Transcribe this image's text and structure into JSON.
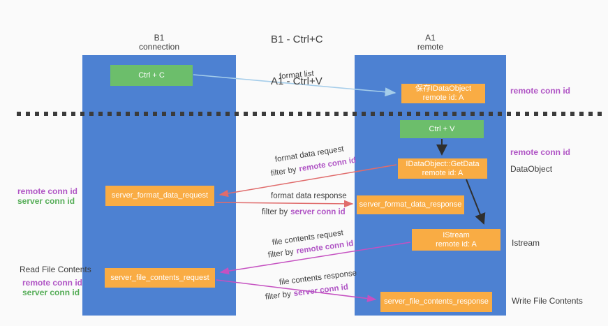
{
  "title": {
    "line1": "B1 - Ctrl+C",
    "line2": "A1 - Ctrl+V"
  },
  "columns": {
    "b1": {
      "name": "B1",
      "subtitle": "connection"
    },
    "a1": {
      "name": "A1",
      "subtitle": "remote"
    }
  },
  "boxes": {
    "ctrl_c": "Ctrl + C",
    "ctrl_v": "Ctrl + V",
    "save_idataobject": {
      "line1": "保存IDataObject",
      "line2": "remote id: A"
    },
    "getdata": {
      "line1": "IDataObject::GetData",
      "line2": "remote id: A"
    },
    "istream": {
      "line1": "IStream",
      "line2": "remote id: A"
    },
    "server_format_data_request": "server_format_data_request",
    "server_format_data_response": "server_format_data_response",
    "server_file_contents_request": "server_file_contents_request",
    "server_file_contents_response": "server_file_contents_response"
  },
  "arrow_labels": {
    "format_list": "format list",
    "format_data_request": "format data request",
    "format_data_response": "format data response",
    "file_contents_request": "file contents request",
    "file_contents_response": "file contents response",
    "filter_by": "filter by",
    "remote_conn_id": "remote conn id",
    "server_conn_id": "server conn id"
  },
  "side_labels": {
    "remote_conn_id": "remote conn id",
    "server_conn_id": "server conn id",
    "dataobject": "DataObject",
    "istream": "Istream",
    "read_file_contents": "Read File Contents",
    "write_file_contents": "Write File Contents"
  },
  "colors": {
    "column_blue": "#4d81d2",
    "box_green": "#6cbe6b",
    "box_orange": "#f9ac44",
    "arrow_light_blue": "#a5cdea",
    "arrow_red": "#e06c6c",
    "arrow_magenta": "#c551c1",
    "arrow_black": "#2f2f2f",
    "label_purple": "#b055c5",
    "label_green": "#55ad57"
  }
}
